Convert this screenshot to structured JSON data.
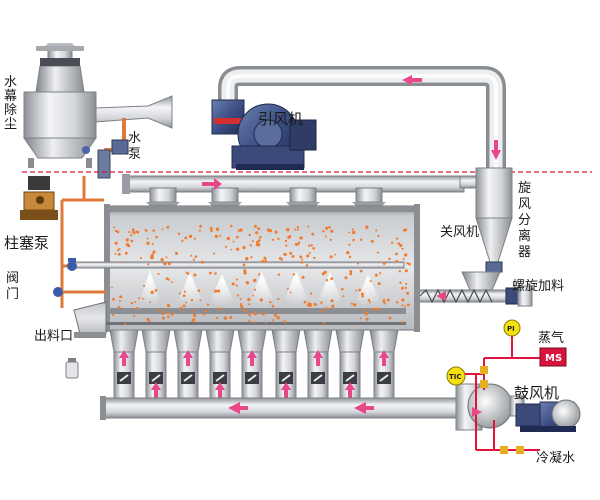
{
  "labels": {
    "scrubber": [
      "水",
      "幕",
      "除",
      "尘"
    ],
    "water_pump": [
      "水",
      "泵"
    ],
    "piston_pump": "柱塞泵",
    "valve": [
      "阀",
      "门"
    ],
    "outlet": "出料口",
    "induced_fan": "引风机",
    "cyclone": [
      "旋",
      "风",
      "分",
      "离",
      "器"
    ],
    "air_lock": "关风机",
    "screw_feeder": "螺旋加料",
    "steam": "蒸气",
    "blower": "鼓风机",
    "condensate": "冷凝水",
    "pi_tag": "PI",
    "ms_tag": "MS",
    "tic_tag": "TIC"
  },
  "colors": {
    "arrow": "#e8488a",
    "steam_line": "#e0143c",
    "pipe_light": "#e4e6ea",
    "pipe_dark": "#9fa3a9",
    "particle": "#f07a2e",
    "dashed_line": "#e0143c"
  }
}
